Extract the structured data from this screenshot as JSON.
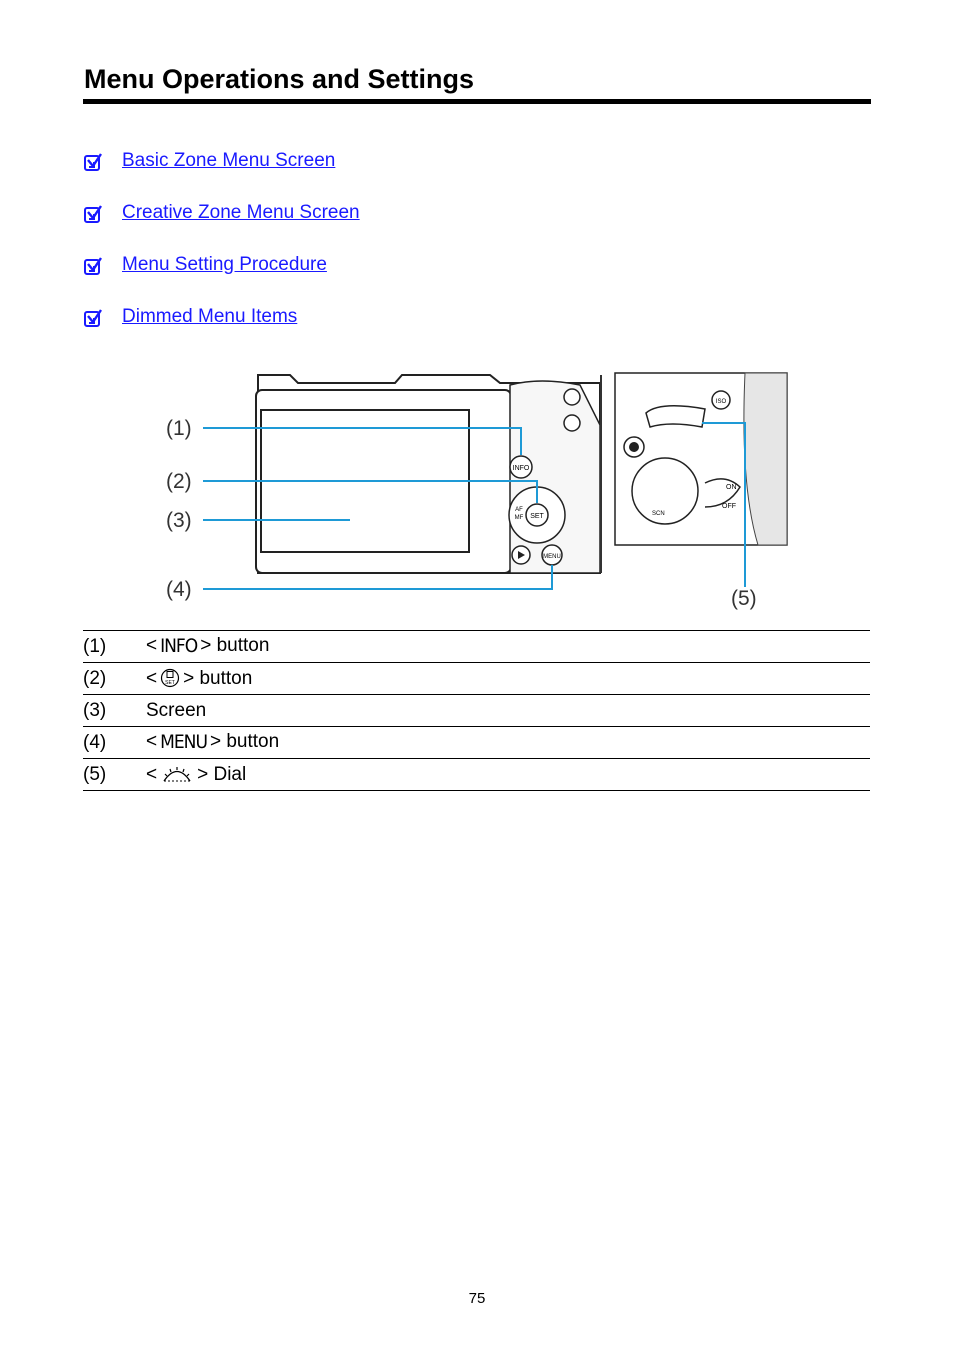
{
  "page": {
    "title": "Menu Operations and Settings",
    "page_number": "75"
  },
  "toc": {
    "items": [
      {
        "label": "Basic Zone Menu Screen",
        "icon": "checkbox-arrow-icon"
      },
      {
        "label": "Creative Zone Menu Screen",
        "icon": "checkbox-arrow-icon"
      },
      {
        "label": "Menu Setting Procedure",
        "icon": "checkbox-arrow-icon"
      },
      {
        "label": "Dimmed Menu Items",
        "icon": "checkbox-arrow-icon"
      }
    ],
    "link_color": "#1a1aff"
  },
  "figure": {
    "callouts": [
      "(1)",
      "(2)",
      "(3)",
      "(4)",
      "(5)"
    ],
    "button_labels": {
      "info": "INFO",
      "menu": "MENU",
      "set": "SET",
      "af": "AF",
      "mf": "MF",
      "on": "ON",
      "off": "OFF",
      "iso": "ISO",
      "sc": "SCN"
    },
    "callout_color": "#1e9ad6"
  },
  "parts": {
    "rows": [
      {
        "num": "(1)",
        "open": "<",
        "glyph": "INFO",
        "close": "> button"
      },
      {
        "num": "(2)",
        "open": "<",
        "glyph": "SET",
        "close": "> button"
      },
      {
        "num": "(3)",
        "open": "",
        "glyph": "",
        "close": "Screen"
      },
      {
        "num": "(4)",
        "open": "<",
        "glyph": "MENU",
        "close": "> button"
      },
      {
        "num": "(5)",
        "open": "<",
        "glyph": "",
        "close": "> Dial"
      }
    ]
  }
}
